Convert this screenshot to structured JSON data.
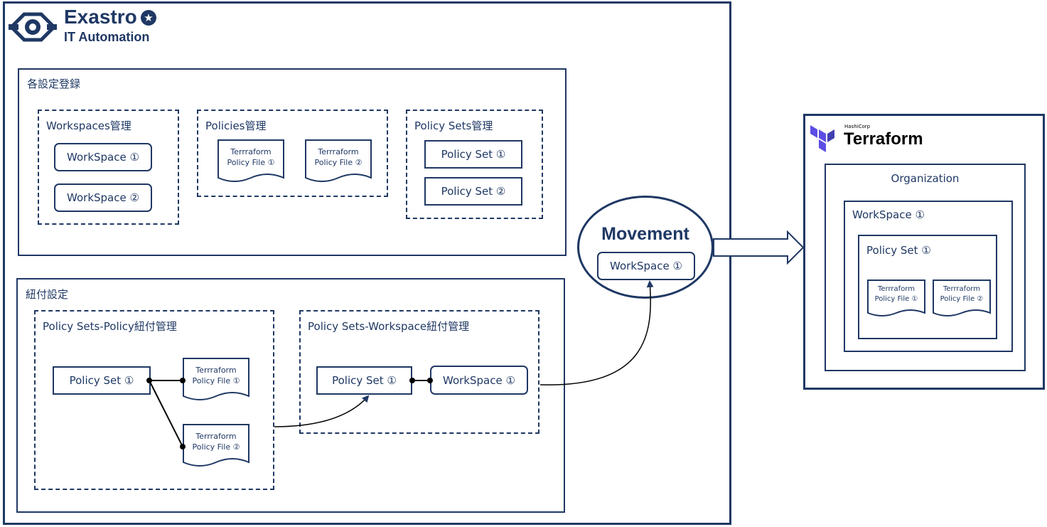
{
  "exastro": {
    "title": "Exastro",
    "subtitle": "IT Automation"
  },
  "terraform": {
    "company": "HashiCorp",
    "title": "Terraform"
  },
  "section_register": {
    "title": "各設定登録",
    "workspaces": {
      "title": "Workspaces管理",
      "items": [
        "WorkSpace ①",
        "WorkSpace ②"
      ]
    },
    "policies": {
      "title": "Policies管理",
      "files": [
        {
          "line1": "Terrraform",
          "line2": "Policy File ①"
        },
        {
          "line1": "Terrraform",
          "line2": "Policy File ②"
        }
      ]
    },
    "policy_sets": {
      "title": "Policy Sets管理",
      "items": [
        "Policy Set ①",
        "Policy Set ②"
      ]
    }
  },
  "section_link": {
    "title": "紐付設定",
    "ps_policy": {
      "title": "Policy Sets-Policy紐付管理",
      "policy_set": "Policy Set ①",
      "files": [
        {
          "line1": "Terrraform",
          "line2": "Policy File ①"
        },
        {
          "line1": "Terrraform",
          "line2": "Policy File ②"
        }
      ]
    },
    "ps_workspace": {
      "title": "Policy Sets-Workspace紐付管理",
      "policy_set": "Policy Set ①",
      "workspace": "WorkSpace ①"
    }
  },
  "movement": {
    "title": "Movement",
    "workspace": "WorkSpace ①"
  },
  "tf_org": {
    "title": "Organization",
    "workspace": "WorkSpace ①",
    "policy_set": "Policy Set ①",
    "files": [
      {
        "line1": "Terrraform",
        "line2": "Policy File ①"
      },
      {
        "line1": "Terrraform",
        "line2": "Policy File ②"
      }
    ]
  },
  "colors": {
    "navy": "#1f3864",
    "terraform_purple": "#5c4ee5",
    "white": "#ffffff"
  }
}
